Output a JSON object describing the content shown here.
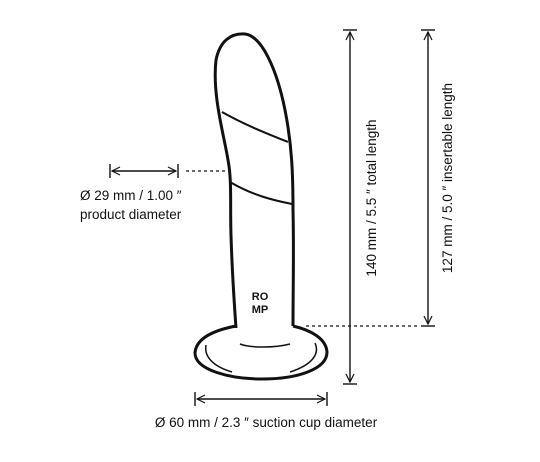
{
  "brand_logo": [
    "RO",
    "MP"
  ],
  "labels": {
    "product_diameter_value": "Ø 29 mm / 1.00 ″",
    "product_diameter_caption": "product diameter",
    "suction_cup_diameter": "Ø 60 mm / 2.3 ″ suction cup diameter",
    "total_length": "140 mm / 5.5 ″ total length",
    "insertable_length": "127 mm / 5.0 ″ insertable length"
  },
  "colors": {
    "line": "#111111",
    "background": "#ffffff"
  }
}
